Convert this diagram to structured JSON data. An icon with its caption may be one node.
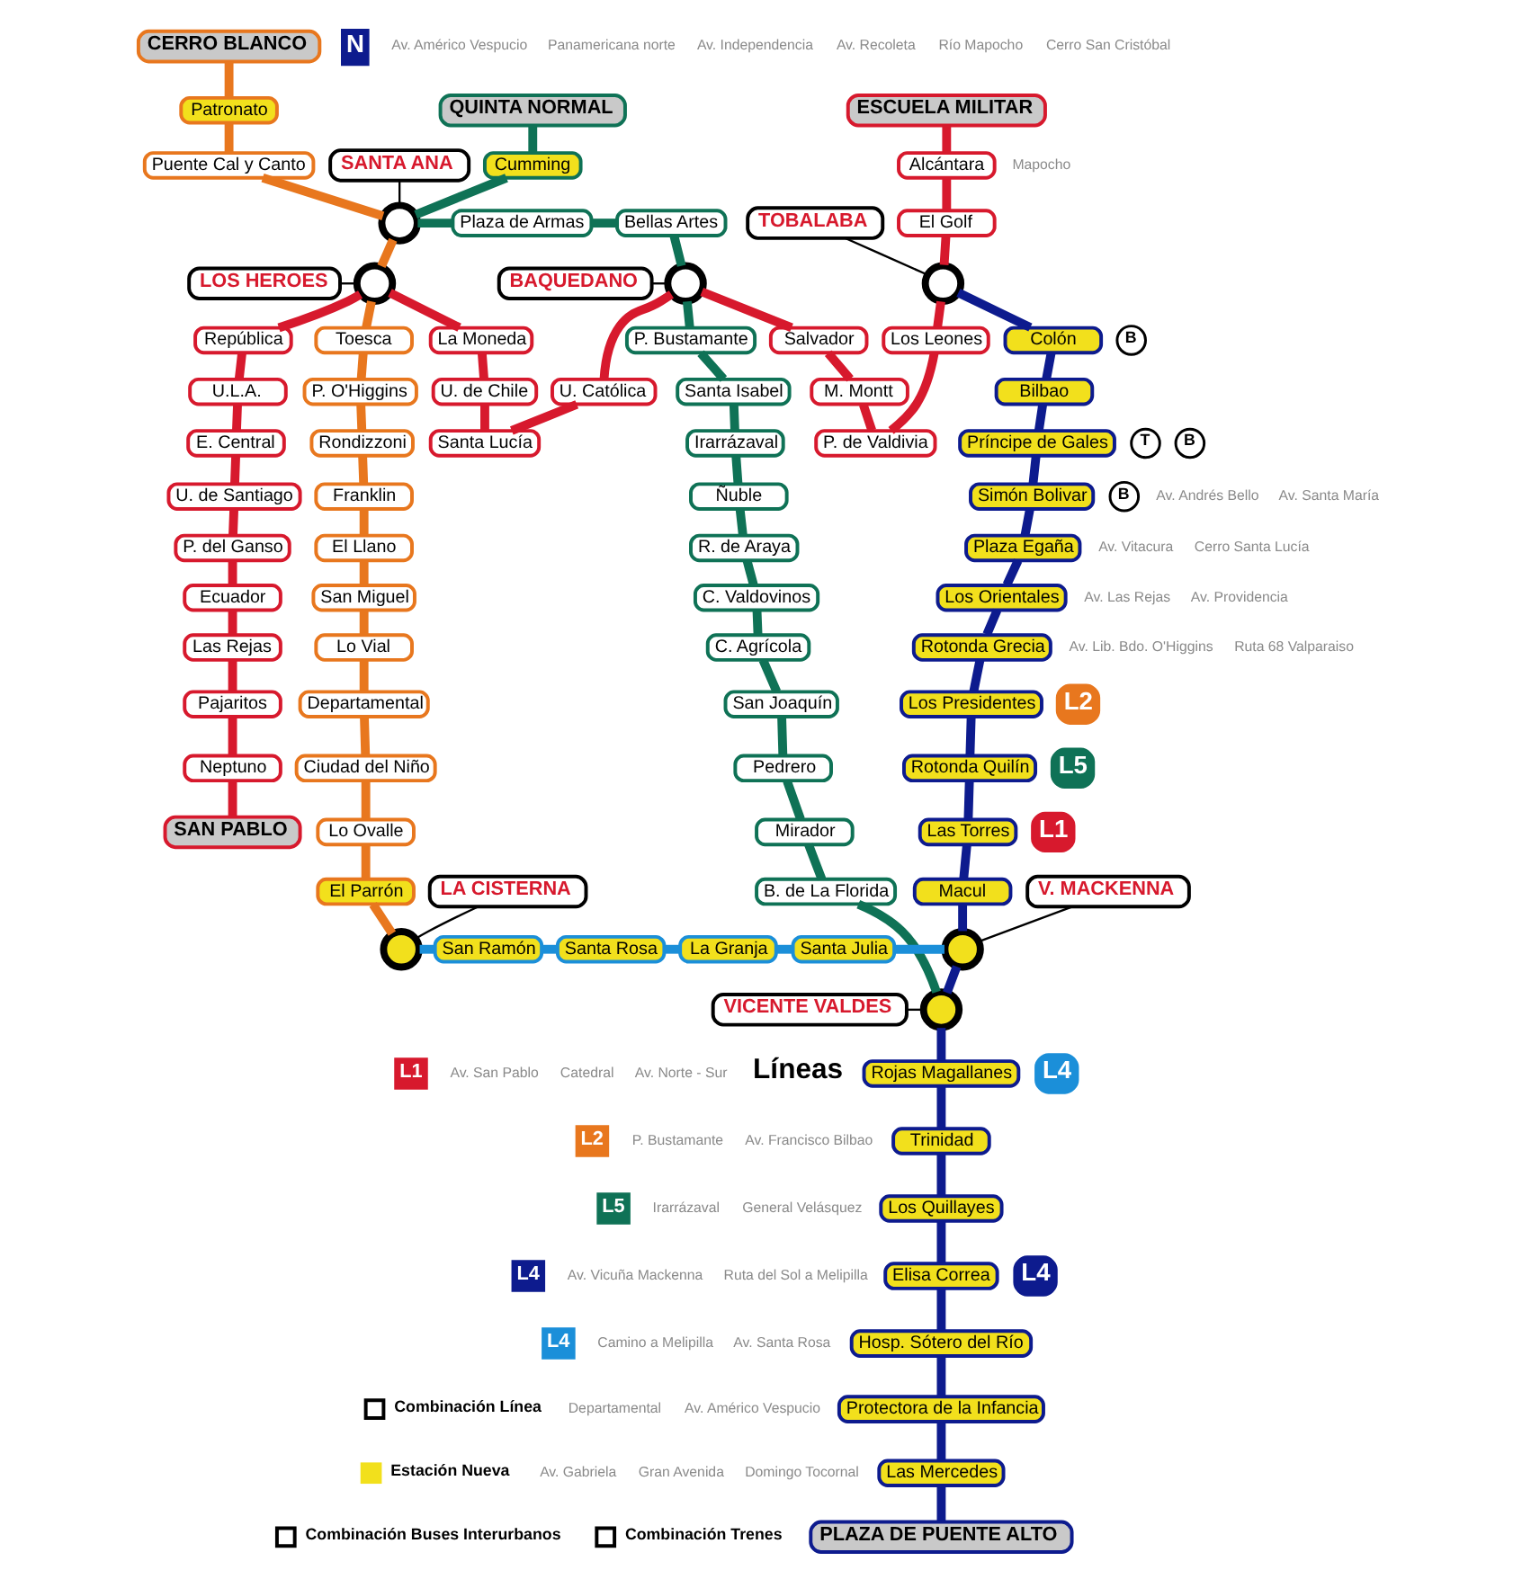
{
  "diagram": {
    "nodes": [
      {
        "text": [
          "SAN PABLO"
        ]
      },
      {
        "text": [
          "Neptuno"
        ]
      },
      {
        "text": [
          "Pajaritos"
        ]
      },
      {
        "text": [
          "Las Rejas"
        ]
      },
      {
        "text": [
          "Ecuador"
        ]
      },
      {
        "text": [
          "P. del Ganso"
        ]
      },
      {
        "text": [
          "U. de Santiago"
        ]
      },
      {
        "text": [
          "E. Central"
        ]
      },
      {
        "text": [
          "U.L.A."
        ]
      },
      {
        "text": [
          "República"
        ]
      },
      {
        "text": [],
        "shape": "circle"
      },
      {
        "text": [
          "LOS HEROES"
        ]
      },
      {
        "text": [
          "La Moneda"
        ]
      },
      {
        "text": [
          "U. de Chile"
        ]
      },
      {
        "text": [
          "Santa Lucía"
        ]
      },
      {
        "text": [
          "U. Católica"
        ]
      },
      {
        "text": [],
        "shape": "circle"
      },
      {
        "text": [
          "BAQUEDANO"
        ]
      },
      {
        "text": [
          "Salvador"
        ]
      },
      {
        "text": [
          "M. Montt"
        ]
      },
      {
        "text": [
          "P. de Valdivia"
        ]
      },
      {
        "text": [
          "Los Leones"
        ]
      },
      {
        "text": [],
        "shape": "circle"
      },
      {
        "text": [
          "TOBALABA"
        ]
      },
      {
        "text": [
          "El Golf"
        ]
      },
      {
        "text": [
          "Alcántara"
        ]
      },
      {
        "text": [
          "ESCUELA MILITAR"
        ]
      },
      {
        "text": [
          "CERRO BLANCO"
        ]
      },
      {
        "text": [
          "Patronato"
        ]
      },
      {
        "text": [
          "Puente Cal y Canto"
        ]
      },
      {
        "text": [],
        "shape": "circle"
      },
      {
        "text": [
          "SANTA ANA"
        ]
      },
      {
        "text": [
          "Toesca"
        ]
      },
      {
        "text": [
          "P. O'Higgins"
        ]
      },
      {
        "text": [
          "Rondizzoni"
        ]
      },
      {
        "text": [
          "Franklin"
        ]
      },
      {
        "text": [
          "El Llano"
        ]
      },
      {
        "text": [
          "San Miguel"
        ]
      },
      {
        "text": [
          "Lo Vial"
        ]
      },
      {
        "text": [
          "Departamental"
        ]
      },
      {
        "text": [
          "Ciudad del Niño"
        ]
      },
      {
        "text": [
          "Lo Ovalle"
        ]
      },
      {
        "text": [
          "El Parrón"
        ]
      },
      {
        "text": [],
        "shape": "circle"
      },
      {
        "text": [
          "LA CISTERNA"
        ]
      },
      {
        "text": [
          "QUINTA NORMAL"
        ]
      },
      {
        "text": [
          "Cumming"
        ]
      },
      {
        "text": [
          "Plaza de Armas"
        ]
      },
      {
        "text": [
          "Bellas Artes"
        ]
      },
      {
        "text": [
          "P. Bustamante"
        ]
      },
      {
        "text": [
          "Santa Isabel"
        ]
      },
      {
        "text": [
          "Irarrázaval"
        ]
      },
      {
        "text": [
          "Ñuble"
        ]
      },
      {
        "text": [
          "R. de Araya"
        ]
      },
      {
        "text": [
          "C. Valdovinos"
        ]
      },
      {
        "text": [
          "C. Agrícola"
        ]
      },
      {
        "text": [
          "San Joaquín"
        ]
      },
      {
        "text": [
          "Pedrero"
        ]
      },
      {
        "text": [
          "Mirador"
        ]
      },
      {
        "text": [
          "B. de La Florida"
        ]
      },
      {
        "text": [],
        "shape": "circle"
      },
      {
        "text": [
          "VICENTE VALDES"
        ]
      },
      {
        "text": [
          "Colón"
        ]
      },
      {
        "text": [
          "Bilbao"
        ]
      },
      {
        "text": [
          "Príncipe de Gales"
        ]
      },
      {
        "text": [
          "Simón Bolivar"
        ]
      },
      {
        "text": [
          "Plaza Egaña"
        ]
      },
      {
        "text": [
          "Los Orientales"
        ]
      },
      {
        "text": [
          "Rotonda Grecia"
        ]
      },
      {
        "text": [
          "Los Presidentes"
        ]
      },
      {
        "text": [
          "Rotonda Quilín"
        ]
      },
      {
        "text": [
          "Las Torres"
        ]
      },
      {
        "text": [
          "Macul"
        ]
      },
      {
        "text": [],
        "shape": "circle"
      },
      {
        "text": [
          "V. MACKENNA"
        ]
      },
      {
        "text": [
          "Rojas Magallanes"
        ]
      },
      {
        "text": [
          "Trinidad"
        ]
      },
      {
        "text": [
          "Los Quillayes"
        ]
      },
      {
        "text": [
          "Elisa Correa"
        ]
      },
      {
        "text": [
          "Hosp. Sótero del Río"
        ]
      },
      {
        "text": [
          "Protectora de la Infancia"
        ]
      },
      {
        "text": [
          "Las Mercedes"
        ]
      },
      {
        "text": [
          "PLAZA DE PUENTE ALTO"
        ]
      },
      {
        "text": [
          "San Ramón"
        ]
      },
      {
        "text": [
          "Santa Rosa"
        ]
      },
      {
        "text": [
          "La Granja"
        ]
      },
      {
        "text": [
          "Santa Julia"
        ]
      },
      {
        "text": [
          "L1"
        ]
      },
      {
        "text": [
          "T"
        ]
      },
      {
        "text": [
          "B"
        ]
      },
      {
        "text": [
          "B"
        ]
      },
      {
        "text": [
          "B"
        ]
      },
      {
        "text": [
          "L2"
        ]
      },
      {
        "text": [
          "L5"
        ]
      },
      {
        "text": [
          "L4"
        ]
      },
      {
        "text": [
          "L4"
        ]
      }
    ],
    "edges": [
      {
        "from": 10,
        "to": 9,
        "arrow": "none",
        "color": "#d7192d"
      },
      {
        "from": 9,
        "to": 8,
        "arrow": "none",
        "color": "#d7192d"
      },
      {
        "from": 8,
        "to": 7,
        "arrow": "none",
        "color": "#d7192d"
      },
      {
        "from": 7,
        "to": 6,
        "arrow": "none",
        "color": "#d7192d"
      },
      {
        "from": 6,
        "to": 5,
        "arrow": "none",
        "color": "#d7192d"
      },
      {
        "from": 5,
        "to": 4,
        "arrow": "none",
        "color": "#d7192d"
      },
      {
        "from": 4,
        "to": 3,
        "arrow": "none",
        "color": "#d7192d"
      },
      {
        "from": 3,
        "to": 2,
        "arrow": "none",
        "color": "#d7192d"
      },
      {
        "from": 2,
        "to": 1,
        "arrow": "none",
        "color": "#d7192d"
      },
      {
        "from": 1,
        "to": 0,
        "arrow": "none",
        "color": "#d7192d"
      },
      {
        "from": 10,
        "to": 12,
        "arrow": "none",
        "color": "#d7192d"
      },
      {
        "from": 12,
        "to": 13,
        "arrow": "none",
        "color": "#d7192d"
      },
      {
        "from": 13,
        "to": 14,
        "arrow": "none",
        "color": "#d7192d"
      },
      {
        "from": 15,
        "to": 14,
        "arrow": "none",
        "color": "#d7192d"
      },
      {
        "from": 16,
        "to": 15,
        "arrow": "none",
        "color": "#d7192d"
      },
      {
        "from": 16,
        "to": 18,
        "arrow": "none",
        "color": "#d7192d"
      },
      {
        "from": 18,
        "to": 19,
        "arrow": "none",
        "color": "#d7192d"
      },
      {
        "from": 19,
        "to": 20,
        "arrow": "none",
        "color": "#d7192d"
      },
      {
        "from": 21,
        "to": 20,
        "arrow": "none",
        "color": "#d7192d"
      },
      {
        "from": 22,
        "to": 21,
        "arrow": "none",
        "color": "#d7192d"
      },
      {
        "from": 24,
        "to": 22,
        "arrow": "none",
        "color": "#d7192d"
      },
      {
        "from": 25,
        "to": 24,
        "arrow": "none",
        "color": "#d7192d"
      },
      {
        "from": 26,
        "to": 25,
        "arrow": "none",
        "color": "#d7192d"
      },
      {
        "from": 27,
        "to": 28,
        "arrow": "none",
        "color": "#e8771e"
      },
      {
        "from": 28,
        "to": 29,
        "arrow": "none",
        "color": "#e8771e"
      },
      {
        "from": 29,
        "to": 30,
        "arrow": "none",
        "color": "#e8771e"
      },
      {
        "from": 30,
        "to": 10,
        "arrow": "none",
        "color": "#e8771e"
      },
      {
        "from": 10,
        "to": 32,
        "arrow": "none",
        "color": "#e8771e"
      },
      {
        "from": 32,
        "to": 33,
        "arrow": "none",
        "color": "#e8771e"
      },
      {
        "from": 33,
        "to": 34,
        "arrow": "none",
        "color": "#e8771e"
      },
      {
        "from": 34,
        "to": 35,
        "arrow": "none",
        "color": "#e8771e"
      },
      {
        "from": 35,
        "to": 36,
        "arrow": "none",
        "color": "#e8771e"
      },
      {
        "from": 36,
        "to": 37,
        "arrow": "none",
        "color": "#e8771e"
      },
      {
        "from": 37,
        "to": 38,
        "arrow": "none",
        "color": "#e8771e"
      },
      {
        "from": 38,
        "to": 39,
        "arrow": "none",
        "color": "#e8771e"
      },
      {
        "from": 39,
        "to": 40,
        "arrow": "none",
        "color": "#e8771e"
      },
      {
        "from": 40,
        "to": 41,
        "arrow": "none",
        "color": "#e8771e"
      },
      {
        "from": 41,
        "to": 42,
        "arrow": "none",
        "color": "#e8771e"
      },
      {
        "from": 42,
        "to": 43,
        "arrow": "none",
        "color": "#e8771e"
      },
      {
        "from": 45,
        "to": 46,
        "arrow": "none",
        "color": "#0f7256"
      },
      {
        "from": 46,
        "to": 30,
        "arrow": "none",
        "color": "#0f7256"
      },
      {
        "from": 30,
        "to": 47,
        "arrow": "none",
        "color": "#0f7256"
      },
      {
        "from": 47,
        "to": 48,
        "arrow": "none",
        "color": "#0f7256"
      },
      {
        "from": 48,
        "to": 16,
        "arrow": "none",
        "color": "#0f7256"
      },
      {
        "from": 16,
        "to": 49,
        "arrow": "none",
        "color": "#0f7256"
      },
      {
        "from": 49,
        "to": 50,
        "arrow": "none",
        "color": "#0f7256"
      },
      {
        "from": 50,
        "to": 51,
        "arrow": "none",
        "color": "#0f7256"
      },
      {
        "from": 51,
        "to": 52,
        "arrow": "none",
        "color": "#0f7256"
      },
      {
        "from": 52,
        "to": 53,
        "arrow": "none",
        "color": "#0f7256"
      },
      {
        "from": 53,
        "to": 54,
        "arrow": "none",
        "color": "#0f7256"
      },
      {
        "from": 54,
        "to": 55,
        "arrow": "none",
        "color": "#0f7256"
      },
      {
        "from": 55,
        "to": 56,
        "arrow": "none",
        "color": "#0f7256"
      },
      {
        "from": 56,
        "to": 57,
        "arrow": "none",
        "color": "#0f7256"
      },
      {
        "from": 57,
        "to": 58,
        "arrow": "none",
        "color": "#0f7256"
      },
      {
        "from": 58,
        "to": 59,
        "arrow": "none",
        "color": "#0f7256"
      },
      {
        "from": 59,
        "to": 60,
        "arrow": "none",
        "color": "#0f7256"
      },
      {
        "from": 22,
        "to": 62,
        "arrow": "none",
        "color": "#0d1b8e"
      },
      {
        "from": 62,
        "to": 63,
        "arrow": "none",
        "color": "#0d1b8e"
      },
      {
        "from": 63,
        "to": 64,
        "arrow": "none",
        "color": "#0d1b8e"
      },
      {
        "from": 64,
        "to": 65,
        "arrow": "none",
        "color": "#0d1b8e"
      },
      {
        "from": 65,
        "to": 66,
        "arrow": "none",
        "color": "#0d1b8e"
      },
      {
        "from": 66,
        "to": 67,
        "arrow": "none",
        "color": "#0d1b8e"
      },
      {
        "from": 67,
        "to": 68,
        "arrow": "none",
        "color": "#0d1b8e"
      },
      {
        "from": 68,
        "to": 69,
        "arrow": "none",
        "color": "#0d1b8e"
      },
      {
        "from": 69,
        "to": 70,
        "arrow": "none",
        "color": "#0d1b8e"
      },
      {
        "from": 70,
        "to": 71,
        "arrow": "none",
        "color": "#0d1b8e"
      },
      {
        "from": 71,
        "to": 72,
        "arrow": "none",
        "color": "#0d1b8e"
      },
      {
        "from": 72,
        "to": 73,
        "arrow": "none",
        "color": "#0d1b8e"
      },
      {
        "from": 73,
        "to": 60,
        "arrow": "none",
        "color": "#0d1b8e"
      },
      {
        "from": 60,
        "to": 75,
        "arrow": "none",
        "color": "#0d1b8e"
      },
      {
        "from": 75,
        "to": 76,
        "arrow": "none",
        "color": "#0d1b8e"
      },
      {
        "from": 76,
        "to": 77,
        "arrow": "none",
        "color": "#0d1b8e"
      },
      {
        "from": 77,
        "to": 78,
        "arrow": "none",
        "color": "#0d1b8e"
      },
      {
        "from": 78,
        "to": 79,
        "arrow": "none",
        "color": "#0d1b8e"
      },
      {
        "from": 79,
        "to": 80,
        "arrow": "none",
        "color": "#0d1b8e"
      },
      {
        "from": 80,
        "to": 81,
        "arrow": "none",
        "color": "#0d1b8e"
      },
      {
        "from": 81,
        "to": 82,
        "arrow": "none",
        "color": "#0d1b8e"
      },
      {
        "from": 43,
        "to": 83,
        "arrow": "none",
        "color": "#1b8fd9"
      },
      {
        "from": 83,
        "to": 84,
        "arrow": "none",
        "color": "#1b8fd9"
      },
      {
        "from": 84,
        "to": 85,
        "arrow": "none",
        "color": "#1b8fd9"
      },
      {
        "from": 85,
        "to": 86,
        "arrow": "none",
        "color": "#1b8fd9"
      },
      {
        "from": 86,
        "to": 73,
        "arrow": "none",
        "color": "#1b8fd9"
      },
      {
        "from": 11,
        "to": 10,
        "arrow": "none",
        "color": "#000000"
      },
      {
        "from": 17,
        "to": 16,
        "arrow": "none",
        "color": "#000000"
      },
      {
        "from": 23,
        "to": 22,
        "arrow": "none",
        "color": "#000000"
      },
      {
        "from": 31,
        "to": 30,
        "arrow": "none",
        "color": "#000000"
      },
      {
        "from": 44,
        "to": 43,
        "arrow": "none",
        "color": "#000000"
      },
      {
        "from": 61,
        "to": 60,
        "arrow": "none",
        "color": "#000000"
      },
      {
        "from": 74,
        "to": 73,
        "arrow": "none",
        "color": "#000000"
      }
    ],
    "labels": [
      "N",
      "Av. Américo Vespucio",
      "Panamericana norte",
      "Av. Independencia",
      "Av. Recoleta",
      "Río Mapocho",
      "Cerro San Cristóbal",
      "Mapocho",
      "Av. San Pablo",
      "Catedral",
      "Av. Andrés Bello",
      "Av. Santa María",
      "Av. Vitacura",
      "Cerro Santa Lucía",
      "Av. Las Rejas",
      "Av. Providencia",
      "Av. Lib. Bdo. O'Higgins",
      "Ruta 68 Valparaiso",
      "Av. Norte - Sur",
      "P. Bustamante",
      "Av. Francisco Bilbao",
      "Irarrázaval",
      "General Velásquez",
      "Av. Vicuña Mackenna",
      "Ruta del Sol a Melipilla",
      "Camino a Melipilla",
      "Av. Santa Rosa",
      "Departamental",
      "Av. Américo Vespucio",
      "Líneas",
      "Av. Gabriela",
      "Gran Avenida",
      "Domingo Tocornal"
    ],
    "legend": [
      {
        "text": "L1",
        "color": "#d7192d"
      },
      {
        "text": "L2",
        "color": "#e8771e"
      },
      {
        "text": "L5",
        "color": "#0f7256"
      },
      {
        "text": "L4",
        "color": "#0d1b8e"
      },
      {
        "text": "L4",
        "color": "#1b8fd9"
      },
      {
        "text": "Combinación Línea"
      },
      {
        "text": "Estación Nueva",
        "color": "#f2e01c"
      },
      {
        "text": "Combinación Buses Interurbanos"
      },
      {
        "text": "Combinación Trenes"
      }
    ]
  }
}
